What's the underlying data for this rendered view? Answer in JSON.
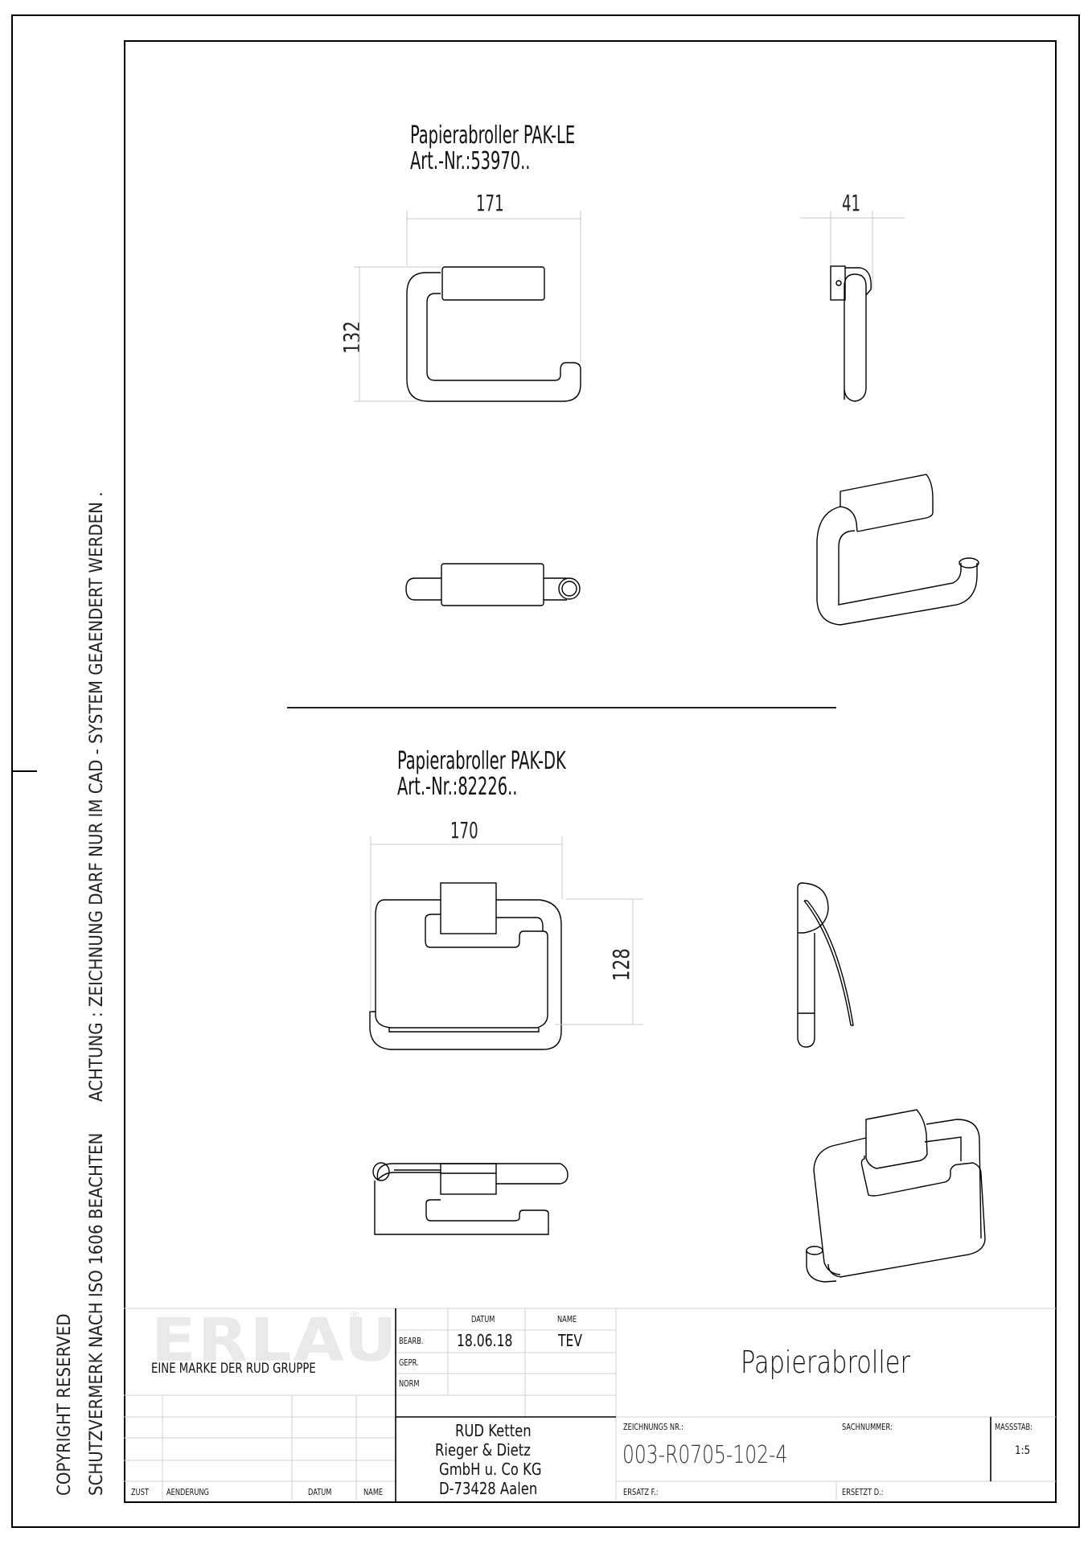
{
  "side_notes": {
    "line1": "COPYRIGHT  RESERVED",
    "line2": "SCHUTZVERMERK  NACH  ISO  1606  BEACHTEN",
    "line3": "ACHTUNG  :  ZEICHNUNG  DARF  NUR  IM     CAD  -  SYSTEM  GEAENDERT  WERDEN  ."
  },
  "product_top": {
    "name": "Papierabroller  PAK-LE",
    "article": "Art.-Nr.:53970..",
    "dim_width": "171",
    "dim_height": "132",
    "dim_depth": "41"
  },
  "product_bottom": {
    "name": "Papierabroller  PAK-DK",
    "article": "Art.-Nr.:82226..",
    "dim_width": "170",
    "dim_height": "128"
  },
  "title_block": {
    "logo": "ERLAU",
    "logo_mark": "®",
    "brand_tagline": "EINE  MARKE  DER  RUD  GRUPPE",
    "col_datum": "DATUM",
    "col_name": "NAME",
    "rows": [
      {
        "label": "BEARB.",
        "datum": "18.06.18",
        "name": "TEV"
      },
      {
        "label": "GEPR.",
        "datum": "",
        "name": ""
      },
      {
        "label": "NORM",
        "datum": "",
        "name": ""
      }
    ],
    "revision_headers": {
      "zust": "ZUST",
      "aenderung": "AENDERUNG",
      "datum": "DATUM",
      "name": "NAME"
    },
    "company": [
      "RUD  Ketten",
      "Rieger  &  Dietz",
      "GmbH  u.  Co  KG",
      "D-73428  Aalen"
    ],
    "drawing_title": "Papierabroller",
    "zeichnungs_nr_label": "ZEICHNUNGS  NR.:",
    "zeichnungs_nr": "003-R0705-102-4",
    "sachnummer_label": "SACHNUMMER:",
    "sachnummer": "",
    "massstab_label": "MASSSTAB:",
    "massstab": "1:5",
    "ersatz_label": "ERSATZ  F.:",
    "ersetzt_label": "ERSETZT  D.:"
  }
}
